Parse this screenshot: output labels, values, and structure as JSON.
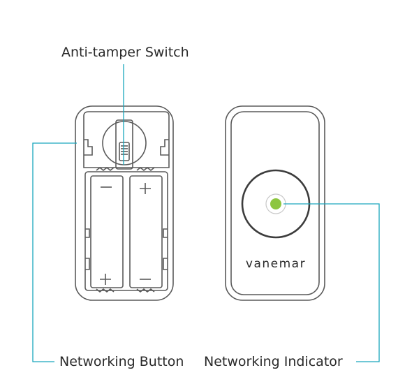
{
  "labels": {
    "anti_tamper_switch": "Anti-tamper Switch",
    "networking_button": "Networking Button",
    "networking_indicator": "Networking Indicator"
  },
  "device": {
    "brand": "vanemar"
  },
  "colors": {
    "outline": "#5a5a5a",
    "leader_line": "#1aa7bd",
    "indicator_led": "#8dc63f",
    "text": "#2a2a2a"
  }
}
